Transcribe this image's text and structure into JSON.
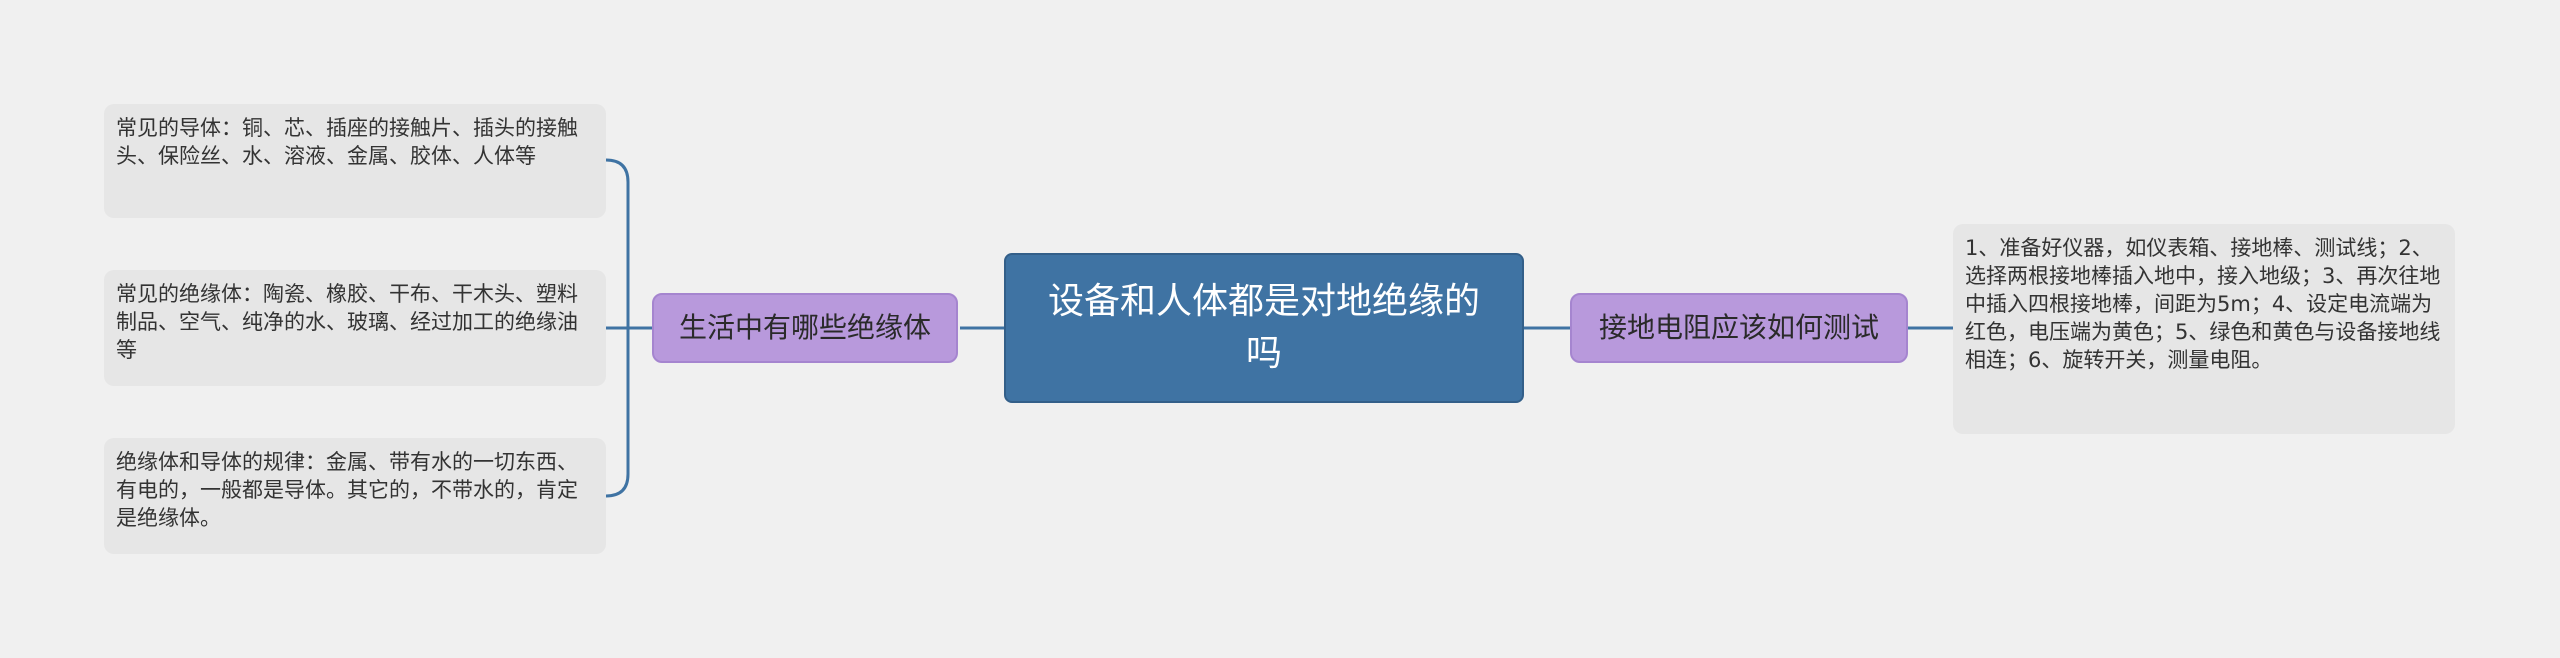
{
  "mindmap": {
    "center": "设备和人体都是对地绝缘的吗",
    "left_branch": {
      "label": "生活中有哪些绝缘体",
      "leaves": [
        "常见的导体：铜、芯、插座的接触片、插头的接触头、保险丝、水、溶液、金属、胶体、人体等",
        "常见的绝缘体：陶瓷、橡胶、干布、干木头、塑料制品、空气、纯净的水、玻璃、经过加工的绝缘油等",
        "绝缘体和导体的规律：金属、带有水的一切东西、有电的，一般都是导体。其它的，不带水的，肯定是绝缘体。"
      ]
    },
    "right_branch": {
      "label": "接地电阻应该如何测试",
      "leaves": [
        "1、准备好仪器，如仪表箱、接地棒、测试线；2、选择两根接地棒插入地中，接入地级；3、再次往地中插入四根接地棒，间距为5m；4、设定电流端为红色，电压端为黄色；5、绿色和黄色与设备接地线相连；6、旋转开关，测量电阻。"
      ]
    }
  },
  "colors": {
    "background": "#f0f0f0",
    "center_fill": "#3f73a3",
    "branch_fill": "#b899dc",
    "leaf_fill": "#e6e6e6",
    "connector": "#3f73a3"
  }
}
